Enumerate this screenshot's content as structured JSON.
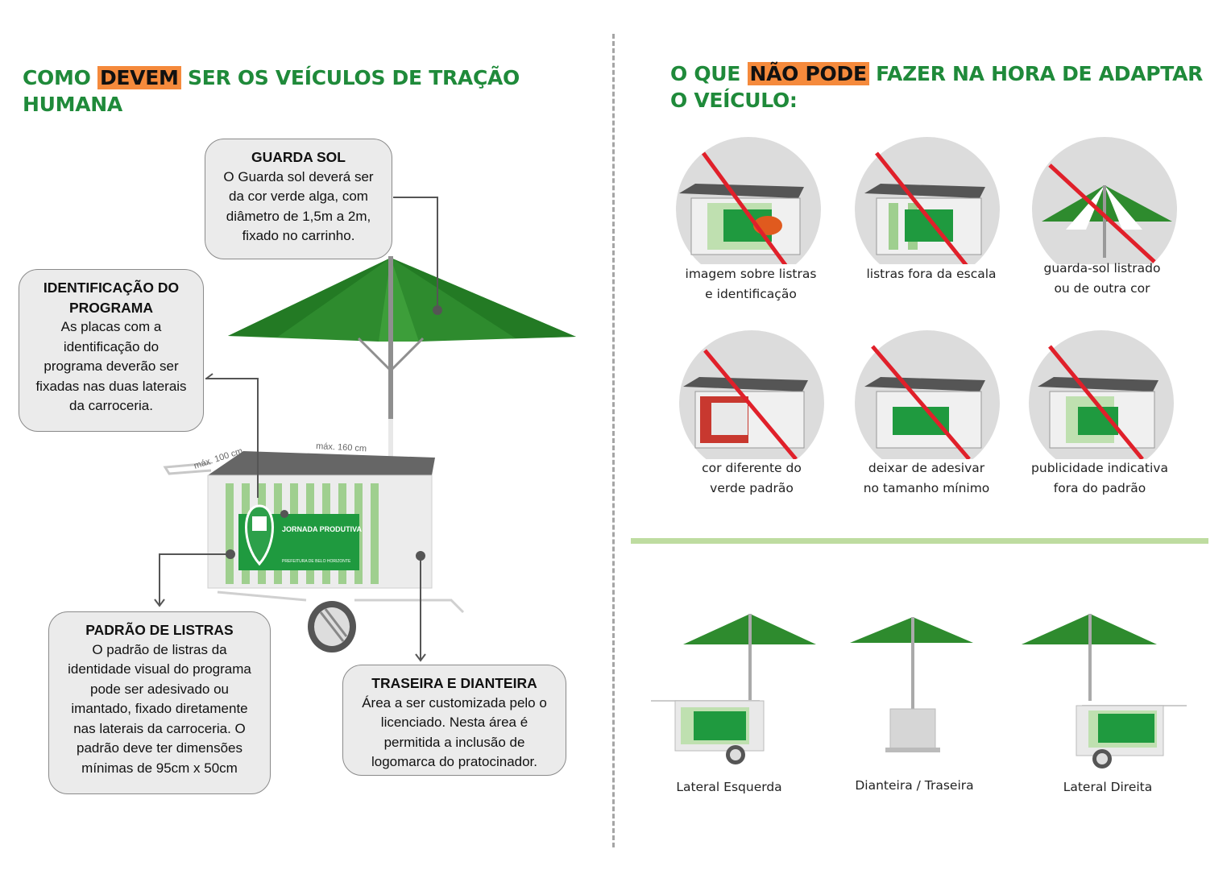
{
  "left": {
    "title_pre": "COMO ",
    "title_hl": "DEVEM",
    "title_post": " SER OS VEÍCULOS DE TRAÇÃO HUMANA",
    "boxes": {
      "guarda_sol": {
        "heading": "GUARDA SOL",
        "lines": [
          "O Guarda sol deverá ser",
          "da cor verde alga, com",
          "diâmetro de 1,5m a 2m,",
          "fixado no carrinho."
        ]
      },
      "identificacao": {
        "heading_lines": [
          "IDENTIFICAÇÃO DO",
          "PROGRAMA"
        ],
        "lines": [
          "As placas com a",
          "identificação do",
          "programa deverão ser",
          "fixadas nas duas laterais",
          "da carroceria."
        ]
      },
      "listras": {
        "heading": "PADRÃO DE LISTRAS",
        "lines": [
          "O padrão de listras da",
          "identidade visual do programa",
          "pode ser adesivado ou",
          "imantado, fixado diretamente",
          "nas laterais da carroceria. O",
          "padrão deve ter dimensões",
          "mínimas de 95cm x 50cm"
        ]
      },
      "traseira": {
        "heading": "TRASEIRA E DIANTEIRA",
        "lines": [
          "Área a ser customizada pelo o",
          "licenciado. Nesta área é",
          "permitida a inclusão de",
          "logomarca do pratocinador."
        ]
      }
    },
    "cart": {
      "dim_depth": "máx. 100 cm",
      "dim_width": "máx. 160 cm",
      "banner_title": "JORNADA PRODUTIVA",
      "banner_sub": "PREFEITURA DE BELO HORIZONTE"
    }
  },
  "right": {
    "title_pre": "O QUE ",
    "title_hl": "NÃO PODE",
    "title_post_line1": " FAZER NA HORA DE ADAPTAR",
    "title_line2": "O VEÍCULO:",
    "donts": [
      {
        "line1": "imagem sobre listras",
        "line2": "e identificação"
      },
      {
        "line1": "listras fora da escala",
        "line2": ""
      },
      {
        "line1": "guarda-sol listrado",
        "line2": "ou de outra cor"
      },
      {
        "line1": "cor diferente do",
        "line2": "verde padrão"
      },
      {
        "line1": "deixar de adesivar",
        "line2": "no tamanho mínimo"
      },
      {
        "line1": "publicidade indicativa",
        "line2": "fora do padrão"
      }
    ],
    "views": [
      "Lateral Esquerda",
      "Dianteira / Traseira",
      "Lateral Direita"
    ]
  },
  "colors": {
    "title_green": "#1f8a3a",
    "highlight_orange": "#f58a3c",
    "umbrella_green": "#2e8b2e",
    "banner_green": "#1f9a3f",
    "forbidden_red": "#e0202a",
    "divider_gray": "#a5a5a5",
    "separator_green": "#bedca0"
  }
}
